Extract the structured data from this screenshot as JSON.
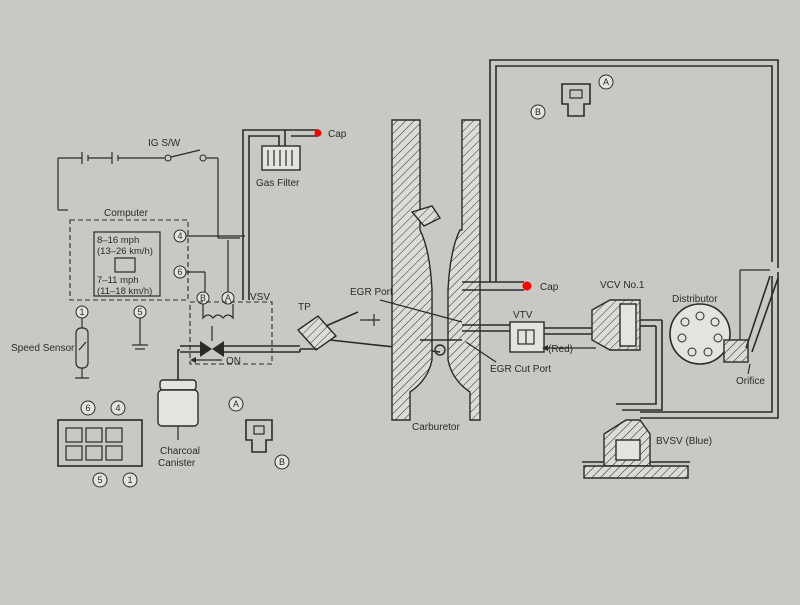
{
  "colors": {
    "paper": "#c9c9c4",
    "ink": "#2a2a2a",
    "cap_marker": "#ff0000"
  },
  "labels": {
    "ig_sw": "IG S/W",
    "computer": "Computer",
    "speed_range_1a": "8–16 mph",
    "speed_range_1b": "(13–26 km/h)",
    "speed_range_2a": "7–11 mph",
    "speed_range_2b": "(11–18 km/h)",
    "speed_sensor": "Speed Sensor",
    "gas_filter": "Gas Filter",
    "cap_top": "Cap",
    "cap_mid": "Cap",
    "vsv": "VSV",
    "on": "ON",
    "tp": "TP",
    "egr_port": "EGR Port",
    "egr_cut_port": "EGR Cut Port",
    "carburetor": "Carburetor",
    "charcoal_canister_1": "Charcoal",
    "charcoal_canister_2": "Canister",
    "vtv": "VTV",
    "vcv": "VCV No.1",
    "red": "(Red)",
    "distributor": "Distributor",
    "orifice": "Orifice",
    "bvsv": "BVSV (Blue)"
  },
  "pins": {
    "p1": "1",
    "p4": "4",
    "p5": "5",
    "p6": "6",
    "a": "A",
    "b": "B"
  }
}
